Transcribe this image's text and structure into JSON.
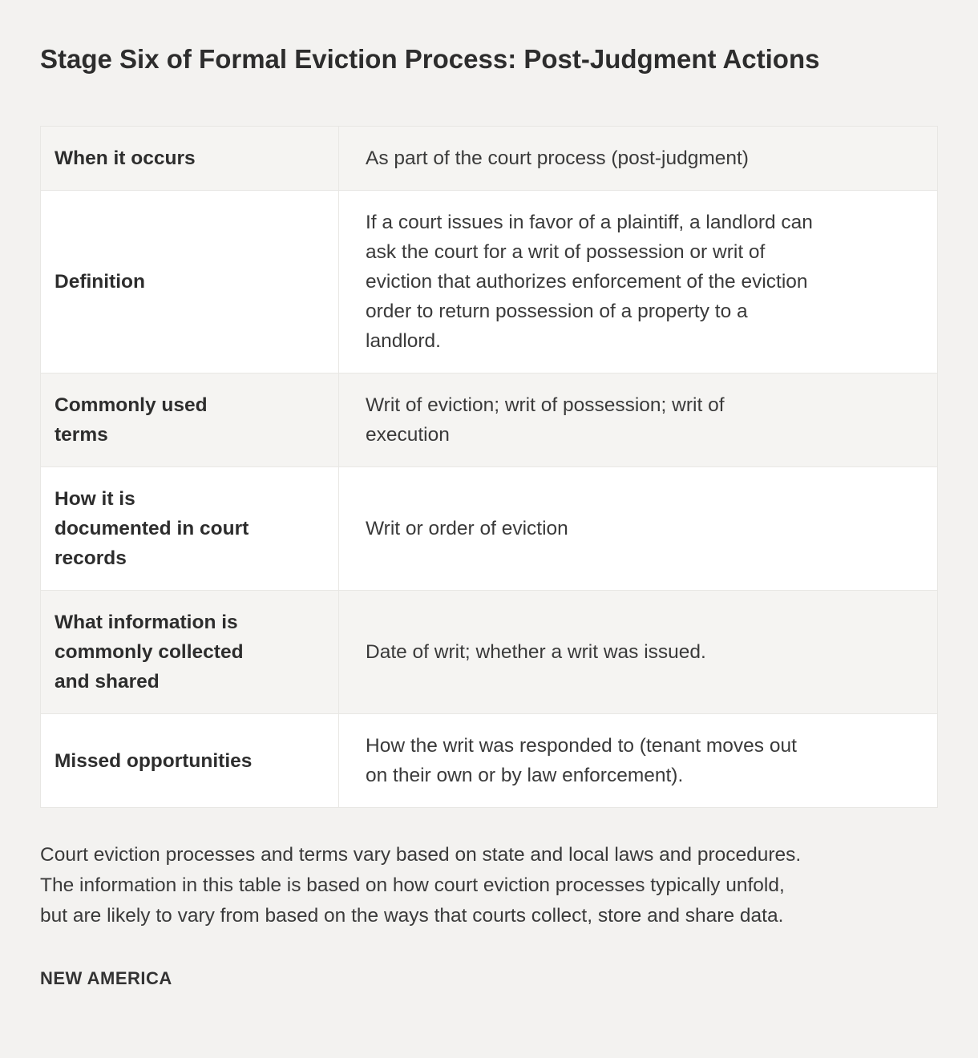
{
  "page": {
    "title": "Stage Six of Formal Eviction Process: Post-Judgment Actions",
    "footnote": "Court eviction processes and terms vary based on state and local laws and procedures.\nThe information in this table is based on how court eviction processes typically unfold,\nbut are likely to vary from based on the ways that courts collect, store and share data.",
    "credit": "NEW AMERICA"
  },
  "table": {
    "rows": [
      {
        "label": "When it occurs",
        "value": "As part of the court process (post-judgment)"
      },
      {
        "label": "Definition",
        "value": "If a court issues in favor of a plaintiff, a landlord can\nask the court for a writ of possession or writ of\neviction that authorizes enforcement of the eviction\norder to return possession of a property to a\nlandlord."
      },
      {
        "label": "Commonly used\nterms",
        "value": "Writ of eviction; writ of possession; writ of\nexecution"
      },
      {
        "label": "How it is\ndocumented in court\nrecords",
        "value": "Writ or order of eviction"
      },
      {
        "label": "What information is\ncommonly collected\nand shared",
        "value": "Date of writ; whether a writ was issued."
      },
      {
        "label": "Missed opportunities",
        "value": "How the writ was responded to (tenant moves out\non their own or by law enforcement)."
      }
    ]
  },
  "colors": {
    "page_background": "#f3f2f0",
    "row_alt_background": "#f5f4f2",
    "row_background": "#ffffff",
    "border": "#e8e7e4",
    "body_text": "#3a3a3a",
    "heading_text": "#2d2d2d"
  }
}
